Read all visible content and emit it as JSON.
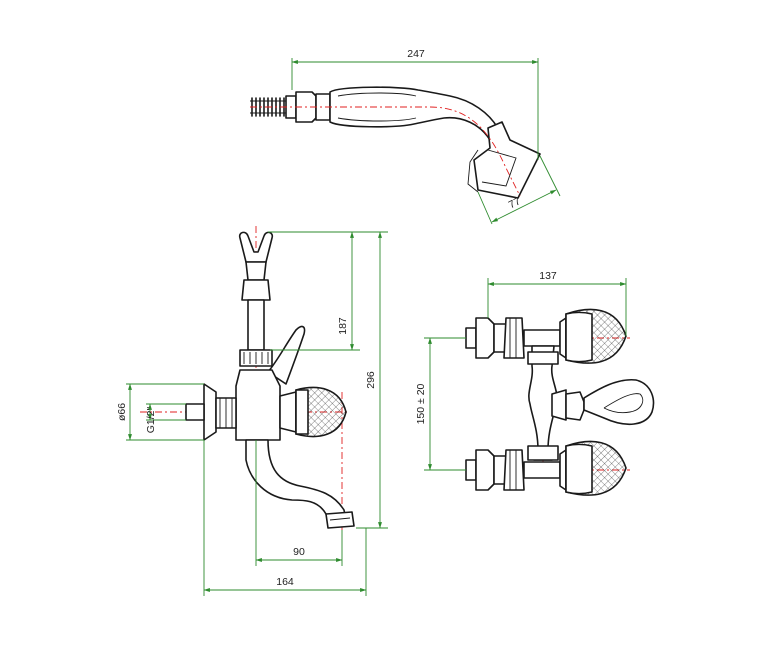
{
  "colors": {
    "dimension_lines": "#2e8b2e",
    "axis_lines": "#e02020",
    "drawing": "#1a1a1a",
    "background": "#ffffff"
  },
  "dimensions": {
    "shower_length": "247",
    "shower_head": "77",
    "handset_height": "187",
    "total_height": "296",
    "connection_diameter": "ø66",
    "thread": "G1/2\"",
    "spout_reach": "90",
    "total_depth": "164",
    "body_width": "137",
    "center_distance": "150 ± 20"
  }
}
